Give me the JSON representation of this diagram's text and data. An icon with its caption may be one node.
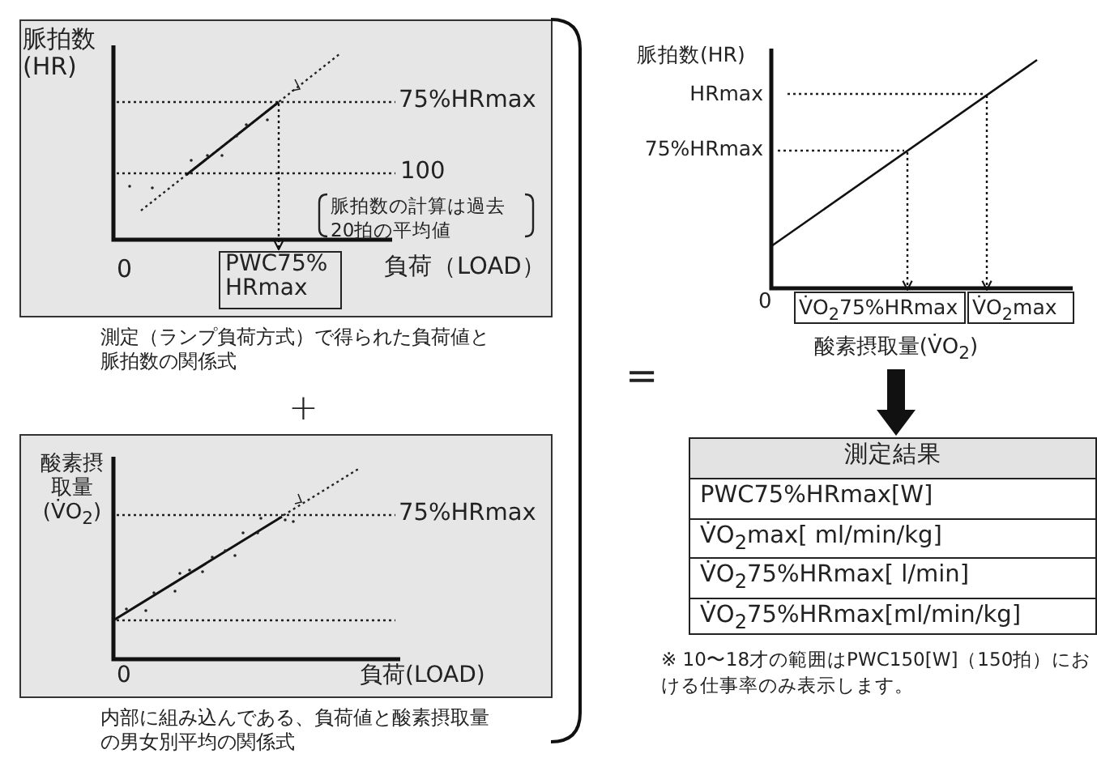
{
  "diagram": {
    "nodes": [
      {
        "text": [
          "PWC75% HRmax"
        ]
      },
      {
        "text": [
          "V̇O$_{2}$75%HRmax"
        ]
      },
      {
        "text": [
          "V̇O$_{2}$max"
        ]
      },
      {
        "text": [
          "酸素摂取量(V̇O$_{2}$)"
        ]
      },
      {
        "text": [
          "測定結果",
          "PWC75%HRmax[W]",
          "V̇O$_{2}$max[ ml/min/kg]",
          "V̇O$_{2}$75%HRmax[ l/min]",
          "V̇O$_{2}$75%HRmax[ml/min/kg]"
        ],
        "beside": [
          "※ 10〜18才の範囲はPWC150[W]（150拍）における仕事率のみ表示します。"
        ]
      }
    ],
    "edges": [
      {
        "from": null,
        "to": 0,
        "arrow": "to",
        "style": "dashed"
      },
      {
        "from": null,
        "to": 1,
        "arrow": "to",
        "style": "dashed"
      },
      {
        "from": null,
        "to": 2,
        "arrow": "to",
        "style": "dashed"
      },
      {
        "from": 3,
        "to": 4,
        "arrow": "to",
        "style": "thick"
      }
    ],
    "labels": [
      "脈拍数(HR)",
      "75%HRmax",
      "100",
      "脈拍数の計算は過去20拍の平均値",
      "0",
      "負荷（LOAD）",
      "測定（ランプ負荷方式）で得られた負荷値と脈拍数の関係式",
      "+",
      "酸素摂取量(V̇O$_{2}$)",
      "75%HRmax",
      "0",
      "負荷(LOAD)",
      "内部に組み込んである、負荷値と酸素摂取量の男女別平均の関係式",
      "=",
      "脈拍数(HR)",
      "HRmax",
      "75%HRmax",
      "0"
    ]
  }
}
